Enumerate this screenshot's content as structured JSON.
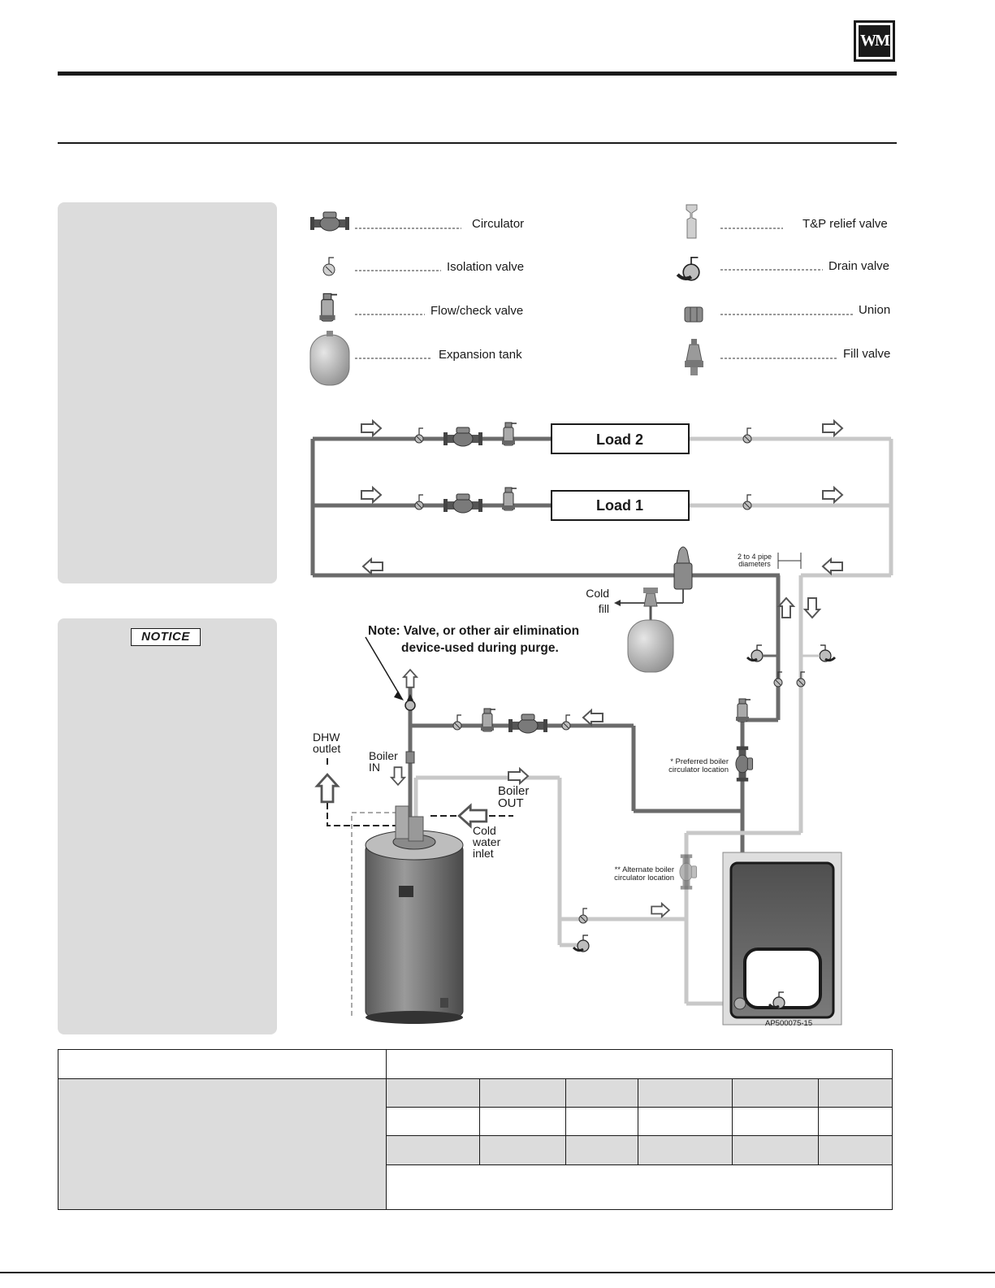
{
  "header": {
    "logo_text": "WM"
  },
  "notice": {
    "label": "NOTICE"
  },
  "legend": {
    "circulator": "Circulator",
    "isolation_valve": "Isolation valve",
    "flow_check_valve": "Flow/check valve",
    "expansion_tank": "Expansion tank",
    "tp_relief_valve": "T&P relief valve",
    "drain_valve": "Drain valve",
    "union": "Union",
    "fill_valve": "Fill valve"
  },
  "diagram": {
    "load_2": "Load 2",
    "load_1": "Load 1",
    "pipe_spacing_line1": "2 to 4 pipe",
    "pipe_spacing_line2": "diameters",
    "cold_fill_line1": "Cold",
    "cold_fill_line2": "fill",
    "note_line1": "Note: Valve, or other air elimination",
    "note_line2": "device-used during purge.",
    "dhw_outlet_line1": "DHW",
    "dhw_outlet_line2": "outlet",
    "boiler_in_line1": "Boiler",
    "boiler_in_line2": "IN",
    "boiler_out_line1": "Boiler",
    "boiler_out_line2": "OUT",
    "cold_water_line1": "Cold",
    "cold_water_line2": "water",
    "cold_water_line3": "inlet",
    "preferred_line1": "* Preferred boiler",
    "preferred_line2": "circulator location",
    "alternate_line1": "** Alternate boiler",
    "alternate_line2": "circulator location",
    "figure_id": "AP500075-15"
  },
  "colors": {
    "supply_pipe": "#6b6b6b",
    "return_pipe": "#c8c8c8",
    "panel": "#dcdcdc",
    "ink": "#1a1a1a"
  }
}
